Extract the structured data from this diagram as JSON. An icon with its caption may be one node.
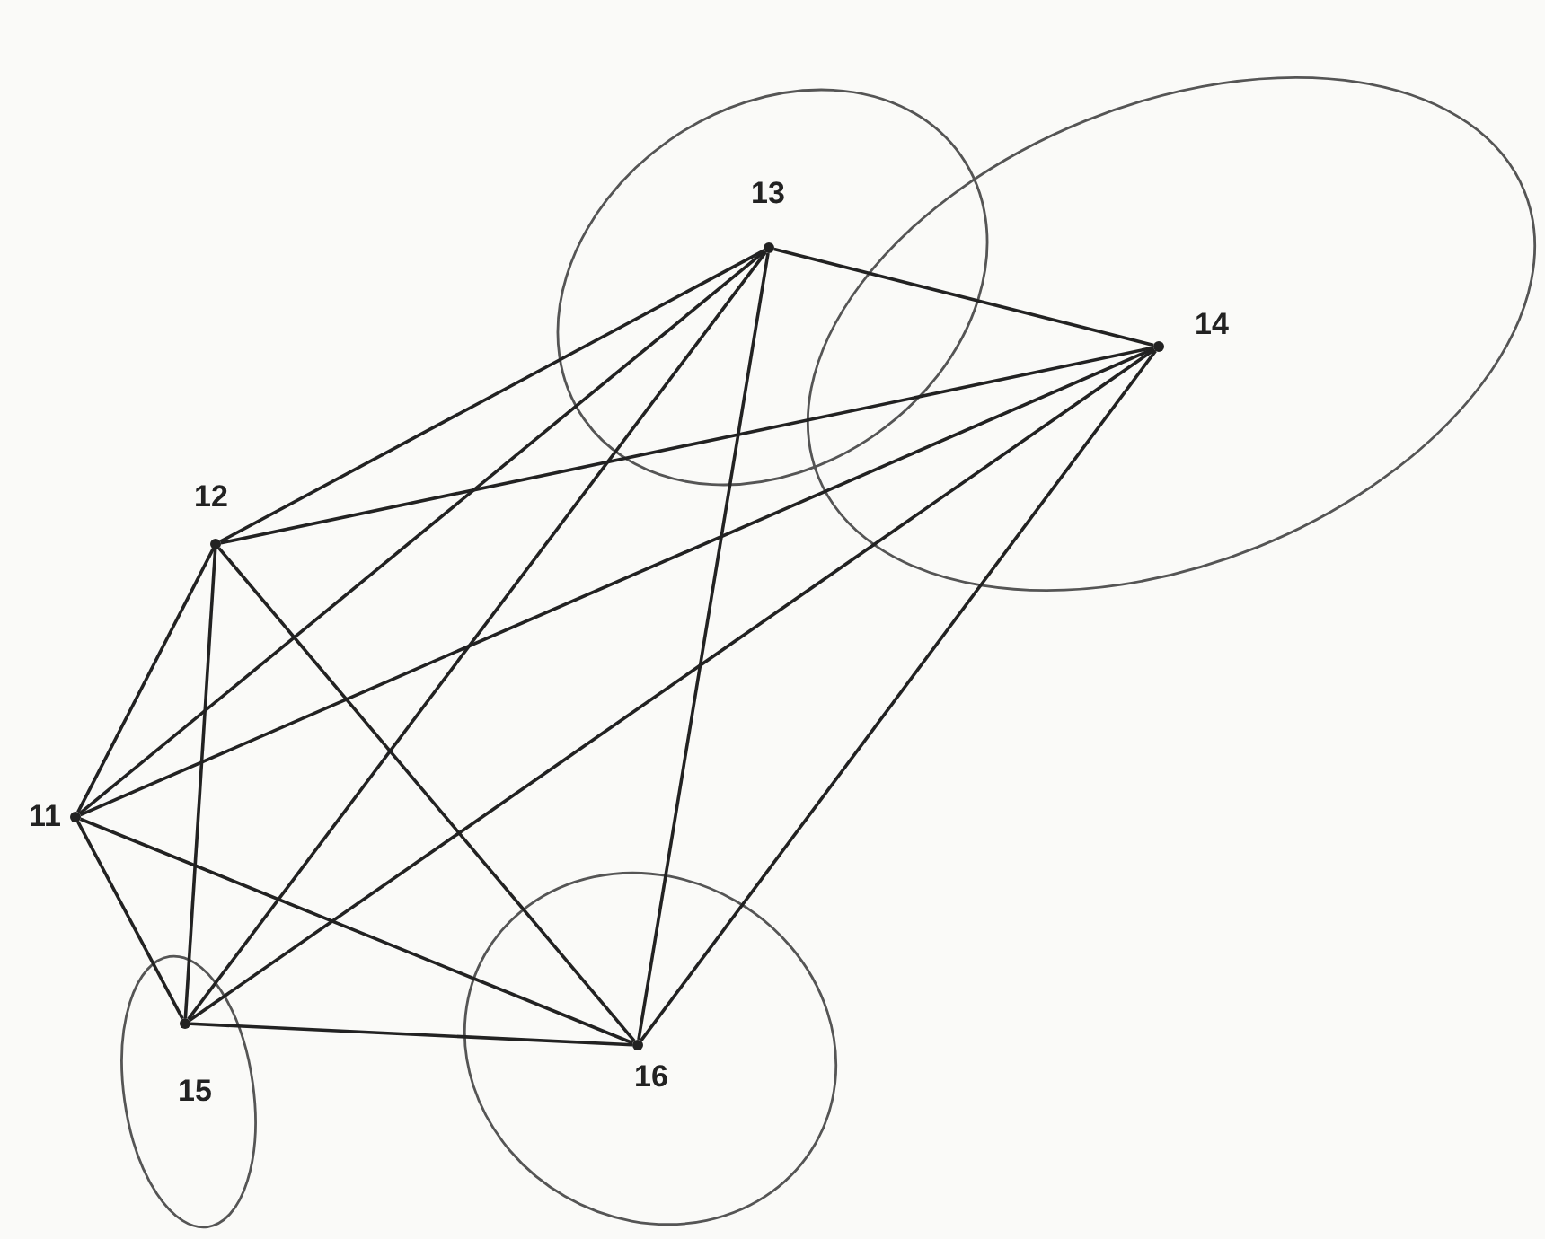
{
  "diagram": {
    "nodes": [
      {
        "text": [
          "11"
        ]
      },
      {
        "text": [
          "12"
        ]
      },
      {
        "text": [
          "13"
        ]
      },
      {
        "text": [
          "14"
        ]
      },
      {
        "text": [
          "15"
        ]
      },
      {
        "text": [
          "16"
        ]
      }
    ],
    "edges": [
      {
        "from": 0,
        "to": 1,
        "arrow": "none"
      },
      {
        "from": 0,
        "to": 2,
        "arrow": "none"
      },
      {
        "from": 0,
        "to": 3,
        "arrow": "none"
      },
      {
        "from": 0,
        "to": 4,
        "arrow": "none"
      },
      {
        "from": 0,
        "to": 5,
        "arrow": "none"
      },
      {
        "from": 1,
        "to": 2,
        "arrow": "none"
      },
      {
        "from": 1,
        "to": 3,
        "arrow": "none"
      },
      {
        "from": 1,
        "to": 4,
        "arrow": "none"
      },
      {
        "from": 1,
        "to": 5,
        "arrow": "none"
      },
      {
        "from": 2,
        "to": 3,
        "arrow": "none"
      },
      {
        "from": 2,
        "to": 4,
        "arrow": "none"
      },
      {
        "from": 2,
        "to": 5,
        "arrow": "none"
      },
      {
        "from": 3,
        "to": 4,
        "arrow": "none"
      },
      {
        "from": 3,
        "to": 5,
        "arrow": "none"
      },
      {
        "from": 4,
        "to": 5,
        "arrow": "none"
      }
    ]
  }
}
